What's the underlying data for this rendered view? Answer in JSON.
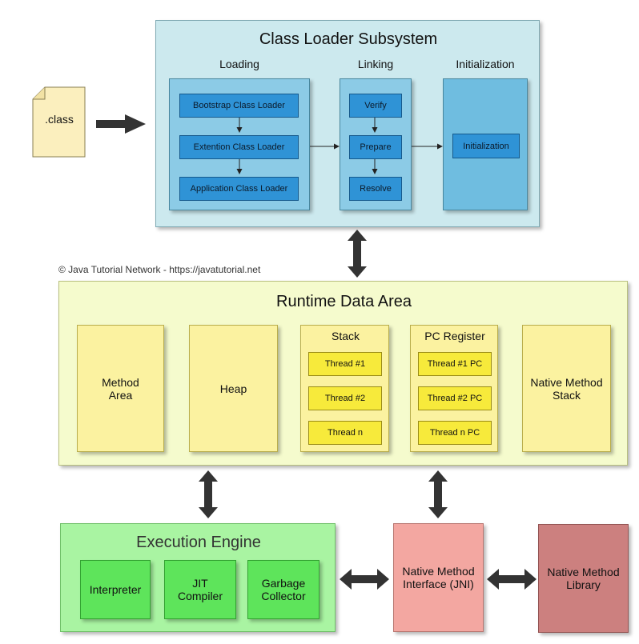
{
  "class_file": {
    "label": ".class"
  },
  "class_loader": {
    "title": "Class Loader Subsystem",
    "loading": {
      "heading": "Loading",
      "items": [
        "Bootstrap Class Loader",
        "Extention Class Loader",
        "Application Class Loader"
      ]
    },
    "linking": {
      "heading": "Linking",
      "items": [
        "Verify",
        "Prepare",
        "Resolve"
      ]
    },
    "initialization": {
      "heading": "Initialization",
      "item": "Initialization"
    }
  },
  "credit": "© Java Tutorial Network - https://javatutorial.net",
  "runtime": {
    "title": "Runtime Data Area",
    "method_area": "Method Area",
    "heap": "Heap",
    "stack": {
      "heading": "Stack",
      "threads": [
        "Thread #1",
        "Thread #2",
        "Thread n"
      ]
    },
    "pc_register": {
      "heading": "PC Register",
      "threads": [
        "Thread #1 PC",
        "Thread #2 PC",
        "Thread n PC"
      ]
    },
    "native_stack": "Native Method Stack"
  },
  "execution_engine": {
    "title": "Execution Engine",
    "interpreter": "Interpreter",
    "jit": "JIT Compiler",
    "gc": "Garbage Collector"
  },
  "jni": "Native Method Interface (JNI)",
  "native_library": "Native Method Library",
  "colors": {
    "class_loader_bg": "#cce9ee",
    "loader_button": "#2f93d6",
    "runtime_bg": "#f5fbcd",
    "thread_button": "#f7ea3b",
    "execution_bg": "#a9f4a2",
    "jni_bg": "#f3a7a1",
    "library_bg": "#cc807f"
  }
}
